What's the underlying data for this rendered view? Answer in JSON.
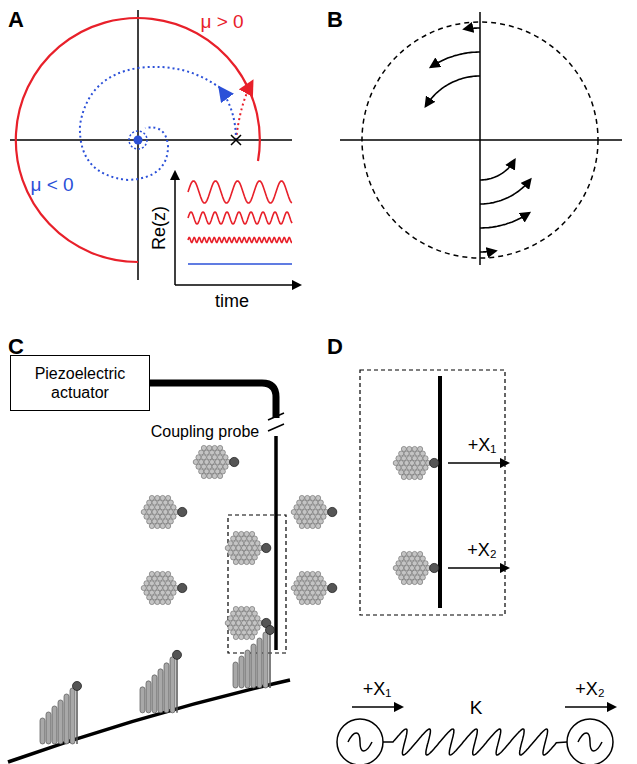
{
  "diagram": {
    "nodes": [
      {
        "text": [
          "Piezoelectric actuator"
        ]
      }
    ],
    "labels": [
      "A",
      "μ > 0",
      "μ < 0",
      "Re(z)",
      "time",
      "B",
      "C",
      "Coupling probe",
      "D",
      "+X₁",
      "+X₂",
      "K",
      "+X₁",
      "+X₂"
    ]
  }
}
